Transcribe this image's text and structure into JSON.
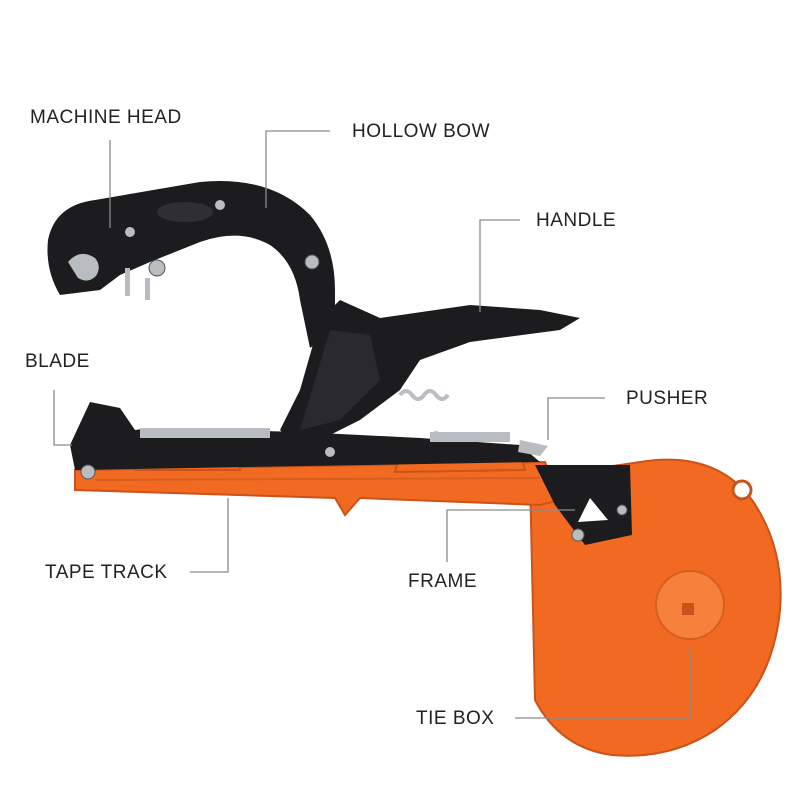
{
  "colors": {
    "body_orange": "#f26a21",
    "dark_orange": "#c9531a",
    "metal_black": "#1c1c1e",
    "steel": "#b9bcc0",
    "leader_gray": "#8a8a8a",
    "label_text": "#222222"
  },
  "labels": {
    "machine_head": "MACHINE HEAD",
    "hollow_bow": "HOLLOW BOW",
    "handle": "HANDLE",
    "blade": "BLADE",
    "pusher": "PUSHER",
    "tape_track": "TAPE TRACK",
    "frame": "FRAME",
    "tie_box": "TIE BOX"
  }
}
